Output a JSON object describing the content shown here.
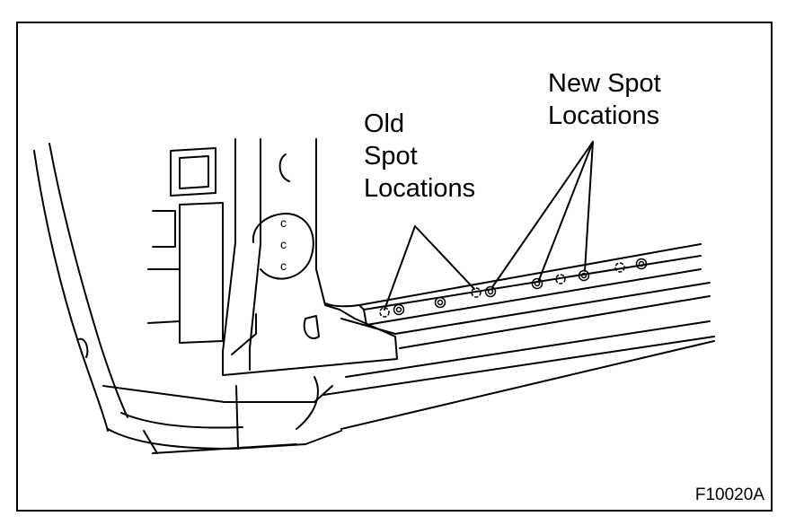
{
  "labels": {
    "old_spot": "Old\nSpot\nLocations",
    "new_spot": "New Spot\nLocations"
  },
  "figure_code": "F10020A",
  "colors": {
    "line": "#000000",
    "background": "#ffffff"
  }
}
